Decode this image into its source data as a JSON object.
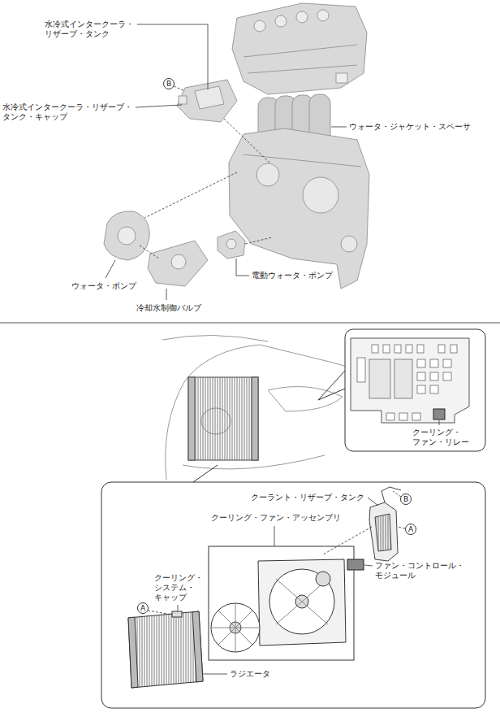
{
  "diagram": {
    "nodes": [
      {
        "text": [
          "B"
        ]
      },
      {
        "text": [
          "B"
        ]
      },
      {
        "text": [
          "A"
        ]
      },
      {
        "text": [
          "A"
        ]
      }
    ],
    "labels": [
      "水冷式インタークーラ・ リザーブ・タンク",
      "水冷式インタークーラ・リザーブ・ タンク・キャップ",
      "ウォータ・ジャケット・スペーサ",
      "電動ウォータ・ポンプ",
      "ウォータ・ポンプ",
      "冷却水制御バルブ",
      "クーリング・ ファン・リレー",
      "クーラント・リザーブ・タンク",
      "クーリング・ファン・アッセンブリ",
      "ファン・コントロール・ モジュール",
      "クーリング・ システム・ キャップ",
      "ラジエータ"
    ]
  }
}
